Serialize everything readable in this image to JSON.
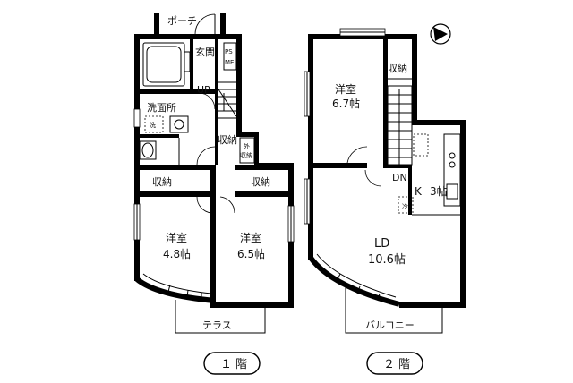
{
  "floor1": {
    "porch": "ポーチ",
    "entrance": "玄関",
    "ps": "PS",
    "meter": "ME",
    "up": "UP",
    "washroom": "洗面所",
    "washer": "洗",
    "closet_hall": "収納",
    "outdoor_storage": [
      "外",
      "収納"
    ],
    "closet_left": "収納",
    "closet_right": "収納",
    "room_left": {
      "name": "洋室",
      "size": "4.8帖"
    },
    "room_right": {
      "name": "洋室",
      "size": "6.5帖"
    },
    "terrace": "テラス",
    "badge": "１ 階"
  },
  "floor2": {
    "room": {
      "name": "洋室",
      "size": "6.7帖"
    },
    "closet": "収納",
    "dn": "DN",
    "kitchen": {
      "name": "K",
      "size": "3帖"
    },
    "fridge": "冷",
    "ld": {
      "name": "LD",
      "size": "10.6帖"
    },
    "balcony": "バルコニー",
    "badge": "２ 階"
  },
  "compass": "north-arrow-icon"
}
